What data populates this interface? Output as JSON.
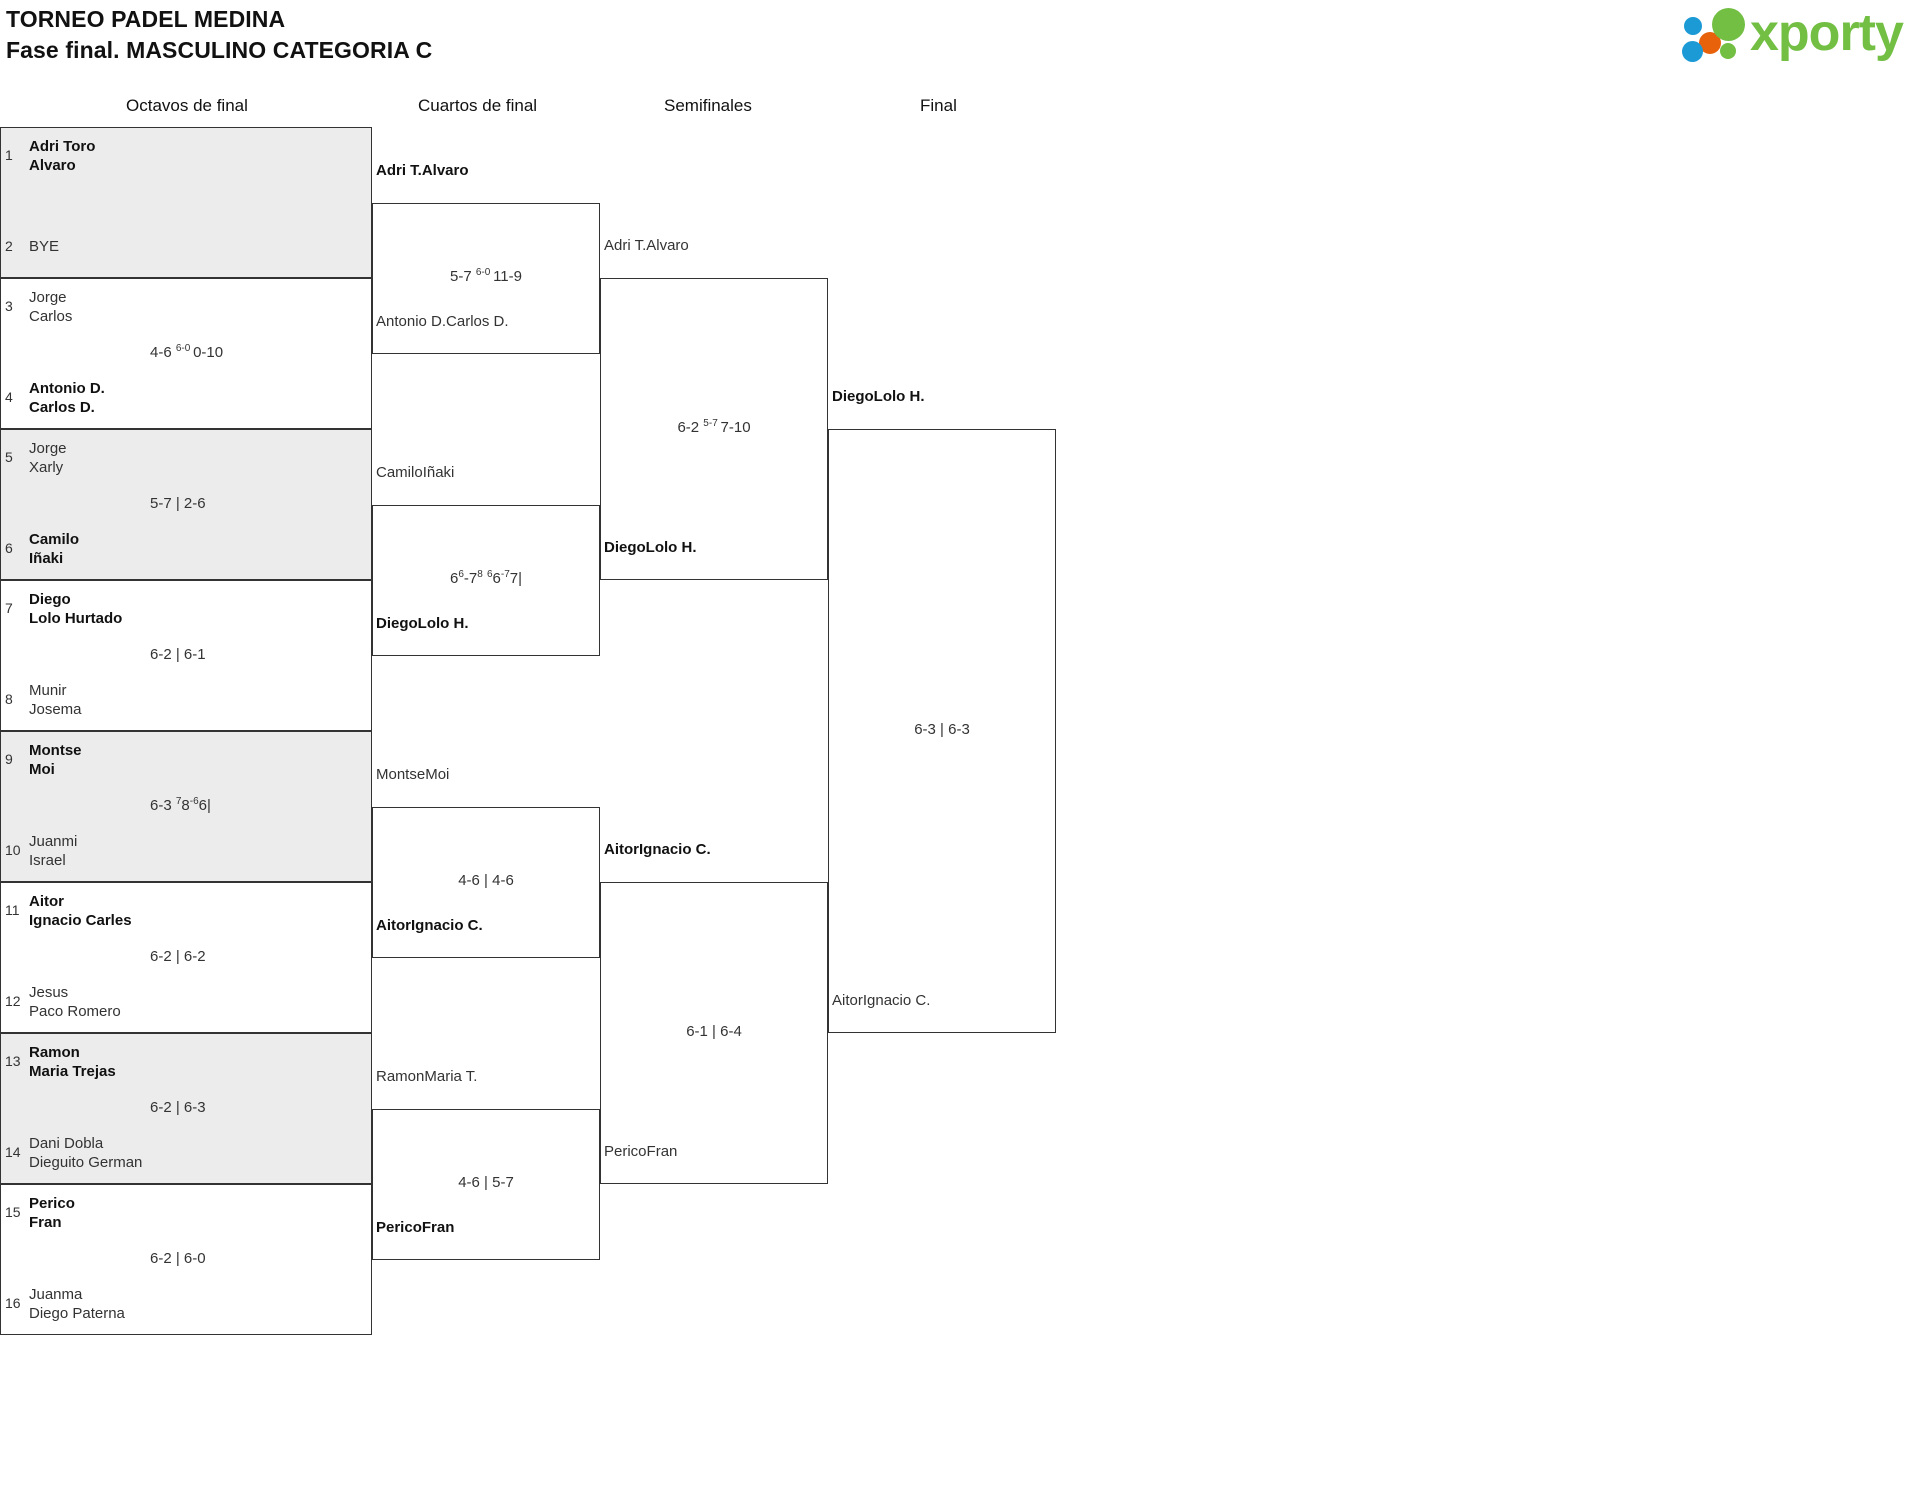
{
  "header": {
    "title_line1": "TORNEO PADEL MEDINA",
    "title_line2": "Fase final. MASCULINO CATEGORIA C",
    "logo_word": "xporty"
  },
  "rounds": [
    {
      "label": "Octavos de final"
    },
    {
      "label": "Cuartos de final"
    },
    {
      "label": "Semifinales"
    },
    {
      "label": "Final"
    }
  ],
  "bye_label": "BYE",
  "round1": {
    "slots": [
      {
        "seed": "1",
        "name1": "Adri Toro",
        "name2": "Alvaro",
        "winner": true,
        "bye": false
      },
      {
        "seed": "2",
        "name1": "BYE",
        "name2": "",
        "winner": false,
        "bye": true
      },
      {
        "seed": "3",
        "name1": "Jorge",
        "name2": "Carlos",
        "winner": false,
        "bye": false
      },
      {
        "seed": "4",
        "name1": "Antonio D.",
        "name2": "Carlos D.",
        "winner": true,
        "bye": false
      },
      {
        "seed": "5",
        "name1": "Jorge",
        "name2": "Xarly",
        "winner": false,
        "bye": false
      },
      {
        "seed": "6",
        "name1": "Camilo",
        "name2": "Iñaki",
        "winner": true,
        "bye": false
      },
      {
        "seed": "7",
        "name1": "Diego",
        "name2": "Lolo Hurtado",
        "winner": true,
        "bye": false
      },
      {
        "seed": "8",
        "name1": "Munir",
        "name2": "Josema",
        "winner": false,
        "bye": false
      },
      {
        "seed": "9",
        "name1": "Montse",
        "name2": "Moi",
        "winner": true,
        "bye": false
      },
      {
        "seed": "10",
        "name1": "Juanmi",
        "name2": "Israel",
        "winner": false,
        "bye": false
      },
      {
        "seed": "11",
        "name1": "Aitor",
        "name2": "Ignacio Carles",
        "winner": true,
        "bye": false
      },
      {
        "seed": "12",
        "name1": "Jesus",
        "name2": "Paco Romero",
        "winner": false,
        "bye": false
      },
      {
        "seed": "13",
        "name1": "Ramon",
        "name2": "Maria Trejas",
        "winner": true,
        "bye": false
      },
      {
        "seed": "14",
        "name1": "Dani Dobla",
        "name2": "Dieguito German",
        "winner": false,
        "bye": false
      },
      {
        "seed": "15",
        "name1": "Perico",
        "name2": "Fran",
        "winner": true,
        "bye": false
      },
      {
        "seed": "16",
        "name1": "Juanma",
        "name2": "Diego Paterna",
        "winner": false,
        "bye": false
      }
    ],
    "scores": [
      "",
      "4-6 | 6-0 | 0-10",
      "5-7 | 2-6",
      "6-2 | 6-1",
      "6-3 | 7|8|-6|6|",
      "6-2 | 6-2",
      "6-2 | 6-3",
      "6-2 | 6-0"
    ]
  },
  "round2": {
    "entrants": [
      {
        "name1": "Adri T.",
        "name2": "Alvaro",
        "winner": true
      },
      {
        "name1": "Antonio D.",
        "name2": "Carlos D.",
        "winner": false
      },
      {
        "name1": "Camilo",
        "name2": "Iñaki",
        "winner": false
      },
      {
        "name1": "Diego",
        "name2": "Lolo H.",
        "winner": true
      },
      {
        "name1": "Montse",
        "name2": "Moi",
        "winner": false
      },
      {
        "name1": "Aitor",
        "name2": "Ignacio C.",
        "winner": true
      },
      {
        "name1": "Ramon",
        "name2": "Maria T.",
        "winner": false
      },
      {
        "name1": "Perico",
        "name2": "Fran",
        "winner": true
      }
    ],
    "scores": [
      "5-7 | 6-0 | 11-9",
      "6|6|-7|8| | 6|6|-7|7|",
      "4-6 | 4-6",
      "4-6 | 5-7"
    ]
  },
  "round3": {
    "entrants": [
      {
        "name1": "Adri T.",
        "name2": "Alvaro",
        "winner": false
      },
      {
        "name1": "Diego",
        "name2": "Lolo H.",
        "winner": true
      },
      {
        "name1": "Aitor",
        "name2": "Ignacio C.",
        "winner": true
      },
      {
        "name1": "Perico",
        "name2": "Fran",
        "winner": false
      }
    ],
    "scores": [
      "6-2 | 5-7 | 7-10",
      "6-1 | 6-4"
    ]
  },
  "round4": {
    "entrants": [
      {
        "name1": "Diego",
        "name2": "Lolo H.",
        "winner": true
      },
      {
        "name1": "Aitor",
        "name2": "Ignacio C.",
        "winner": false
      }
    ],
    "scores": [
      "6-3 | 6-3"
    ]
  },
  "chart_data": {
    "type": "bracket",
    "title": "TORNEO PADEL MEDINA — Fase final. MASCULINO CATEGORIA C",
    "rounds": [
      "Octavos de final",
      "Cuartos de final",
      "Semifinales",
      "Final"
    ],
    "matches": [
      {
        "round": "Octavos de final",
        "seeds": [
          "1",
          "2"
        ],
        "teams": [
          "Adri Toro / Alvaro",
          "BYE"
        ],
        "score": "",
        "winner": "Adri Toro / Alvaro"
      },
      {
        "round": "Octavos de final",
        "seeds": [
          "3",
          "4"
        ],
        "teams": [
          "Jorge / Carlos",
          "Antonio D. / Carlos D."
        ],
        "score": "4-6 | 6-0 | 0-10",
        "winner": "Antonio D. / Carlos D."
      },
      {
        "round": "Octavos de final",
        "seeds": [
          "5",
          "6"
        ],
        "teams": [
          "Jorge / Xarly",
          "Camilo / Iñaki"
        ],
        "score": "5-7 | 2-6",
        "winner": "Camilo / Iñaki"
      },
      {
        "round": "Octavos de final",
        "seeds": [
          "7",
          "8"
        ],
        "teams": [
          "Diego / Lolo Hurtado",
          "Munir / Josema"
        ],
        "score": "6-2 | 6-1",
        "winner": "Diego / Lolo Hurtado"
      },
      {
        "round": "Octavos de final",
        "seeds": [
          "9",
          "10"
        ],
        "teams": [
          "Montse / Moi",
          "Juanmi / Israel"
        ],
        "score": "6-3 | 7(8)-6(6)",
        "winner": "Montse / Moi"
      },
      {
        "round": "Octavos de final",
        "seeds": [
          "11",
          "12"
        ],
        "teams": [
          "Aitor / Ignacio Carles",
          "Jesus / Paco Romero"
        ],
        "score": "6-2 | 6-2",
        "winner": "Aitor / Ignacio Carles"
      },
      {
        "round": "Octavos de final",
        "seeds": [
          "13",
          "14"
        ],
        "teams": [
          "Ramon / Maria Trejas",
          "Dani Dobla / Dieguito German"
        ],
        "score": "6-2 | 6-3",
        "winner": "Ramon / Maria Trejas"
      },
      {
        "round": "Octavos de final",
        "seeds": [
          "15",
          "16"
        ],
        "teams": [
          "Perico / Fran",
          "Juanma / Diego Paterna"
        ],
        "score": "6-2 | 6-0",
        "winner": "Perico / Fran"
      },
      {
        "round": "Cuartos de final",
        "seeds": [],
        "teams": [
          "Adri T. / Alvaro",
          "Antonio D. / Carlos D."
        ],
        "score": "5-7 | 6-0 | 11-9",
        "winner": "Adri T. / Alvaro"
      },
      {
        "round": "Cuartos de final",
        "seeds": [],
        "teams": [
          "Camilo / Iñaki",
          "Diego / Lolo H."
        ],
        "score": "6(6)-7(8) | 6(6)-7(7)",
        "winner": "Diego / Lolo H."
      },
      {
        "round": "Cuartos de final",
        "seeds": [],
        "teams": [
          "Montse / Moi",
          "Aitor / Ignacio C."
        ],
        "score": "4-6 | 4-6",
        "winner": "Aitor / Ignacio C."
      },
      {
        "round": "Cuartos de final",
        "seeds": [],
        "teams": [
          "Ramon / Maria T.",
          "Perico / Fran"
        ],
        "score": "4-6 | 5-7",
        "winner": "Perico / Fran"
      },
      {
        "round": "Semifinales",
        "seeds": [],
        "teams": [
          "Adri T. / Alvaro",
          "Diego / Lolo H."
        ],
        "score": "6-2 | 5-7 | 7-10",
        "winner": "Diego / Lolo H."
      },
      {
        "round": "Semifinales",
        "seeds": [],
        "teams": [
          "Aitor / Ignacio C.",
          "Perico / Fran"
        ],
        "score": "6-1 | 6-4",
        "winner": "Aitor / Ignacio C."
      },
      {
        "round": "Final",
        "seeds": [],
        "teams": [
          "Diego / Lolo H.",
          "Aitor / Ignacio C."
        ],
        "score": "6-3 | 6-3",
        "winner": "Diego / Lolo H."
      }
    ],
    "champion": "Diego / Lolo H."
  }
}
